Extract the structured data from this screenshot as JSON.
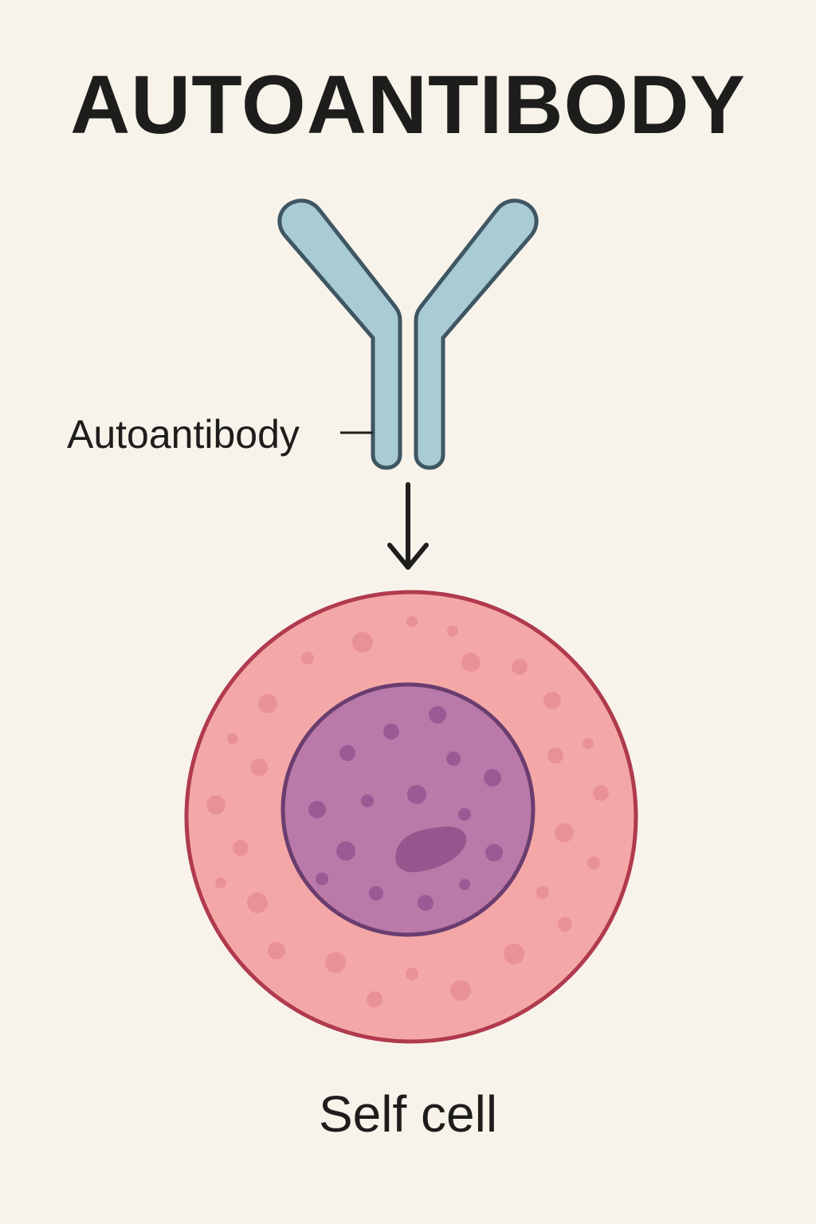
{
  "title": "AUTOANTIBODY",
  "labels": {
    "antibody": "Autoantibody",
    "cell": "Self cell"
  },
  "colors": {
    "background": "#f8f3ea",
    "antibody_fill": "#a9cbd6",
    "antibody_stroke": "#3f5663",
    "cytoplasm_fill": "#f4a7a7",
    "membrane_stroke": "#b03a4e",
    "nucleus_fill": "#b97aa9",
    "nucleus_stroke": "#6a3d6f",
    "arrow": "#1d1d1b"
  },
  "icons": {
    "antibody": "y-shaped-antibody-icon",
    "arrow": "arrow-down-icon",
    "cell": "cell-with-nucleus-icon"
  }
}
